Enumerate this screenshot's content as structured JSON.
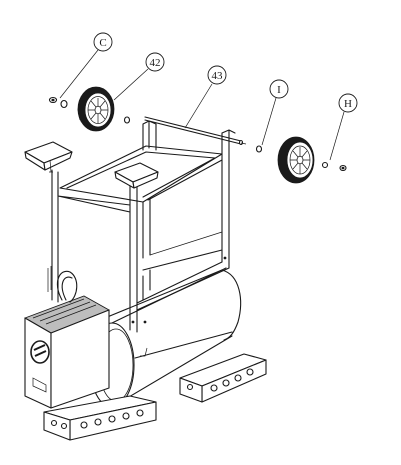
{
  "callouts": {
    "c": "C",
    "n42": "42",
    "n43": "43",
    "i": "I",
    "h": "H"
  },
  "colors": {
    "line": "#1a1a1a",
    "background": "#ffffff",
    "tread": "#1a1a1a"
  },
  "icons": [
    "wheel",
    "hub-nut",
    "axle-rod",
    "side-shelf",
    "smoker-barrel",
    "firebox",
    "logo-mark"
  ]
}
